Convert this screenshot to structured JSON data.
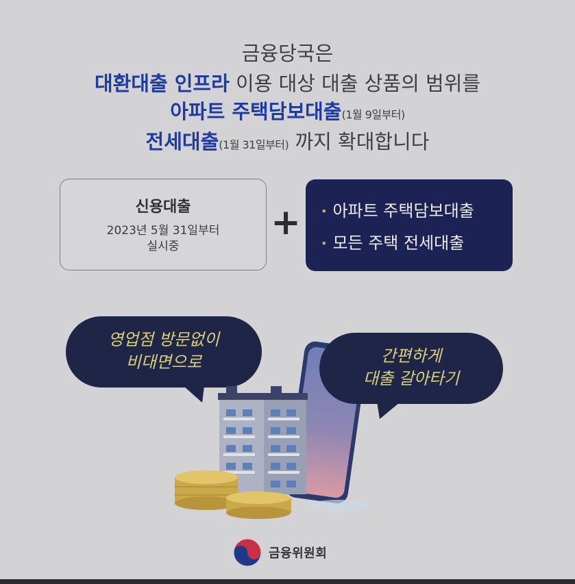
{
  "headline": {
    "line1": "금융당국은",
    "line2_highlight": "대환대출 인프라",
    "line2_rest": " 이용 대상 대출 상품의 범위를",
    "line3_highlight": "아파트 주택담보대출",
    "line3_note": "(1월 9일부터)",
    "line4_highlight": "전세대출",
    "line4_note": "(1월 31일부터)",
    "line4_rest": " 까지 확대합니다"
  },
  "left_card": {
    "title": "신용대출",
    "date": "2023년 5월 31일부터",
    "status": "실시중"
  },
  "plus": "+",
  "right_card": {
    "items": [
      "아파트 주택담보대출",
      "모든 주택 전세대출"
    ],
    "bullet": "•"
  },
  "bubbles": {
    "left_line1": "영업점 방문없이",
    "left_line2": "비대면으로",
    "right_line1": "간편하게",
    "right_line2": "대출 갈아타기"
  },
  "footer": {
    "org": "금융위원회"
  },
  "colors": {
    "background": "#d3d3d5",
    "highlight": "#1f3aa0",
    "dark_card": "#1d2255",
    "bubble": "#1f2547",
    "bubble_text": "#d9cf7a"
  }
}
